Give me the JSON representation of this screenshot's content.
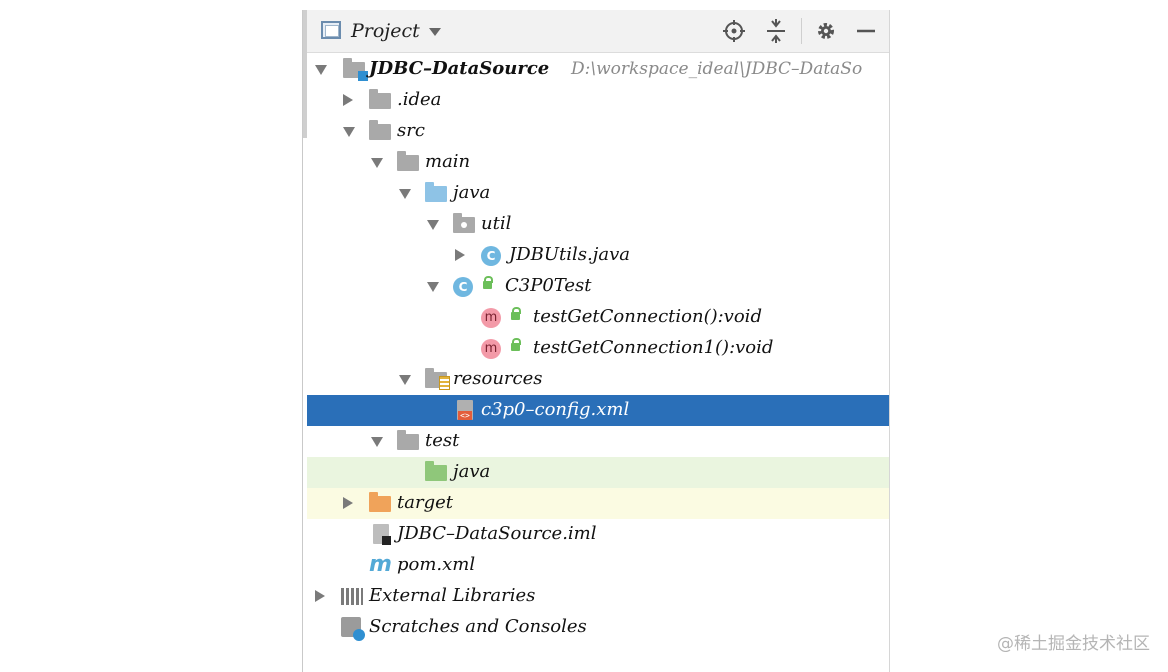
{
  "toolbar": {
    "title": "Project",
    "icons": [
      "locate-icon",
      "collapse-all-icon",
      "gear-icon",
      "minimize-icon"
    ]
  },
  "tree": {
    "root": {
      "label": "JDBC–DataSource",
      "path": "D:\\workspace_ideal\\JDBC–DataSo"
    },
    "idea": "idea",
    "src": "src",
    "main": "main",
    "java_main": "java",
    "util": "util",
    "jdbcutils": "JDBUtils.java",
    "c3p0test": "C3P0Test",
    "method1": "testGetConnection():void",
    "method2": "testGetConnection1():void",
    "resources": "resources",
    "c3p0config": "c3p0–config.xml",
    "test": "test",
    "java_test": "java",
    "target": "target",
    "iml": "JDBC–DataSource.iml",
    "pom": "pom.xml",
    "external": "External Libraries",
    "scratches": "Scratches and Consoles"
  },
  "icons": {
    "class_glyph": "C",
    "method_glyph": "m",
    "maven_glyph": "m"
  },
  "colors": {
    "selection": "#2a6fb8",
    "test_bg": "#eaf5df",
    "target_bg": "#fbfbe2"
  },
  "watermark": "@稀土掘金技术社区"
}
